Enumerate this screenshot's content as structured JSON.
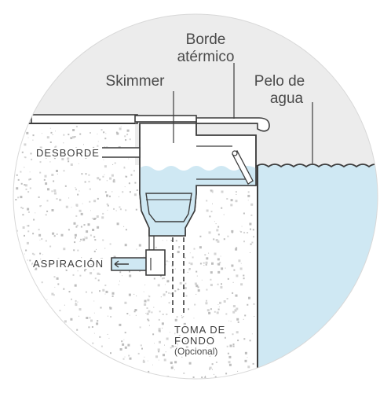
{
  "labels": {
    "borde_line1": "Borde",
    "borde_line2": "atérmico",
    "skimmer": "Skimmer",
    "pelo_line1": "Pelo de",
    "pelo_line2": "agua",
    "desborde": "DESBORDE",
    "aspiracion": "ASPIRACIÓN",
    "toma_line1": "TOMA DE",
    "toma_line2": "FONDO",
    "toma_line3": "(Opcional)"
  },
  "colors": {
    "water": "#cfe8f3",
    "sky": "#ececec",
    "stroke": "#3c3c3c",
    "text": "#4a4a4a"
  },
  "icons": {
    "flow_arrow": "arrow-left-icon"
  }
}
